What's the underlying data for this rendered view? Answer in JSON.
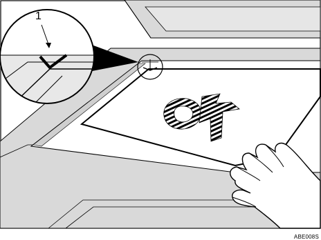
{
  "callout": {
    "number": "1"
  },
  "figure": {
    "code": "ABE008S"
  },
  "colors": {
    "frame_gray": "#dcdcdc",
    "line": "#000000",
    "paper": "#ffffff"
  },
  "icons": {
    "magnifier": "zoom-circle",
    "hand": "hand-pressing-original",
    "mark": "alignment-mark-arrow"
  }
}
